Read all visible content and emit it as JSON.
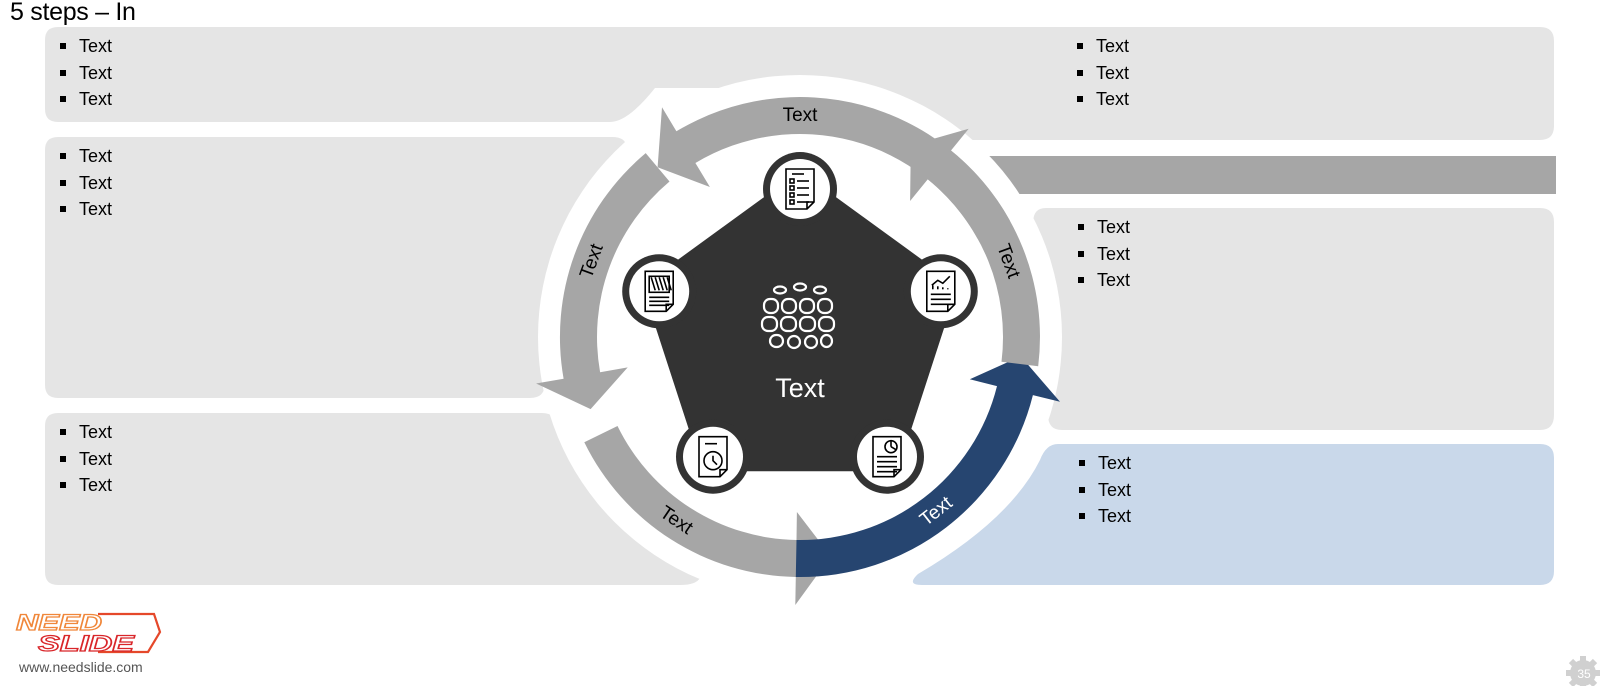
{
  "slide": {
    "title": "5 steps – In",
    "page_number": "35"
  },
  "center": {
    "label": "Text",
    "icon": "globe-icon"
  },
  "arrows": [
    {
      "id": "top",
      "label": "Text",
      "color": "#a6a6a6"
    },
    {
      "id": "left",
      "label": "Text",
      "color": "#a6a6a6"
    },
    {
      "id": "bottom-left",
      "label": "Text",
      "color": "#a6a6a6"
    },
    {
      "id": "bottom-right",
      "label": "Text",
      "color": "#264570"
    },
    {
      "id": "right",
      "label": "Text",
      "color": "#a6a6a6"
    }
  ],
  "nodes": [
    {
      "id": "top",
      "icon": "checklist-document-icon"
    },
    {
      "id": "right",
      "icon": "chart-report-icon"
    },
    {
      "id": "bottom-right",
      "icon": "pie-chart-document-icon"
    },
    {
      "id": "bottom-left",
      "icon": "clock-document-icon"
    },
    {
      "id": "left",
      "icon": "text-document-icon"
    }
  ],
  "panels": {
    "top_left": [
      "Text",
      "Text",
      "Text"
    ],
    "top_right": [
      "Text",
      "Text",
      "Text"
    ],
    "middle_left": [
      "Text",
      "Text",
      "Text"
    ],
    "middle_right": [
      "Text",
      "Text",
      "Text"
    ],
    "bottom_left": [
      "Text",
      "Text",
      "Text"
    ],
    "bottom_right": [
      "Text",
      "Text",
      "Text"
    ]
  },
  "colors": {
    "panel_gray": "#e5e5e5",
    "panel_blue": "#c9d8ea",
    "arrow_gray": "#a6a6a6",
    "arrow_blue": "#264570",
    "pentagon": "#333333"
  },
  "footer": {
    "logo_text": [
      "NEED",
      "SLIDE"
    ],
    "url": "www.needslide.com"
  }
}
